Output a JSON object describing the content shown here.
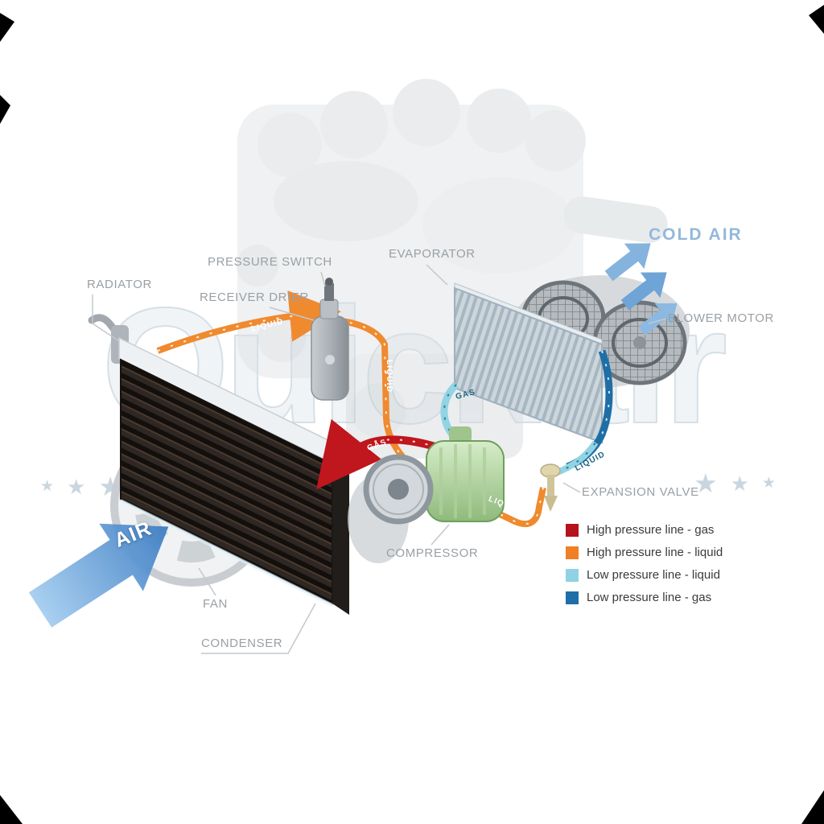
{
  "labels": {
    "radiator": "RADIATOR",
    "pressure_switch": "PRESSURE SWITCH",
    "receiver_drier": "RECEIVER DRIER",
    "evaporator": "EVAPORATOR",
    "cold_air": "COLD AIR",
    "blower_motor": "BLOWER MOTOR",
    "expansion_valve": "EXPANSION VALVE",
    "compressor": "COMPRESSOR",
    "fan": "FAN",
    "condenser": "CONDENSER",
    "air": "AIR"
  },
  "pipe_labels": {
    "to_drier": "LIQUID",
    "drier_out": "LIQUID",
    "high_gas": "GAS",
    "low_gas": "GAS",
    "low_liquid": "LIQUID",
    "to_valve": "LIQUID"
  },
  "legend": {
    "items": [
      {
        "label": "High pressure line - gas",
        "color": "#b5121b"
      },
      {
        "label": "High pressure line - liquid",
        "color": "#f07f26"
      },
      {
        "label": "Low pressure line - liquid",
        "color": "#8fd2e3"
      },
      {
        "label": "Low pressure line -  gas",
        "color": "#1f6ea6"
      }
    ]
  },
  "watermark": {
    "text": "Quickair",
    "star": "★"
  }
}
